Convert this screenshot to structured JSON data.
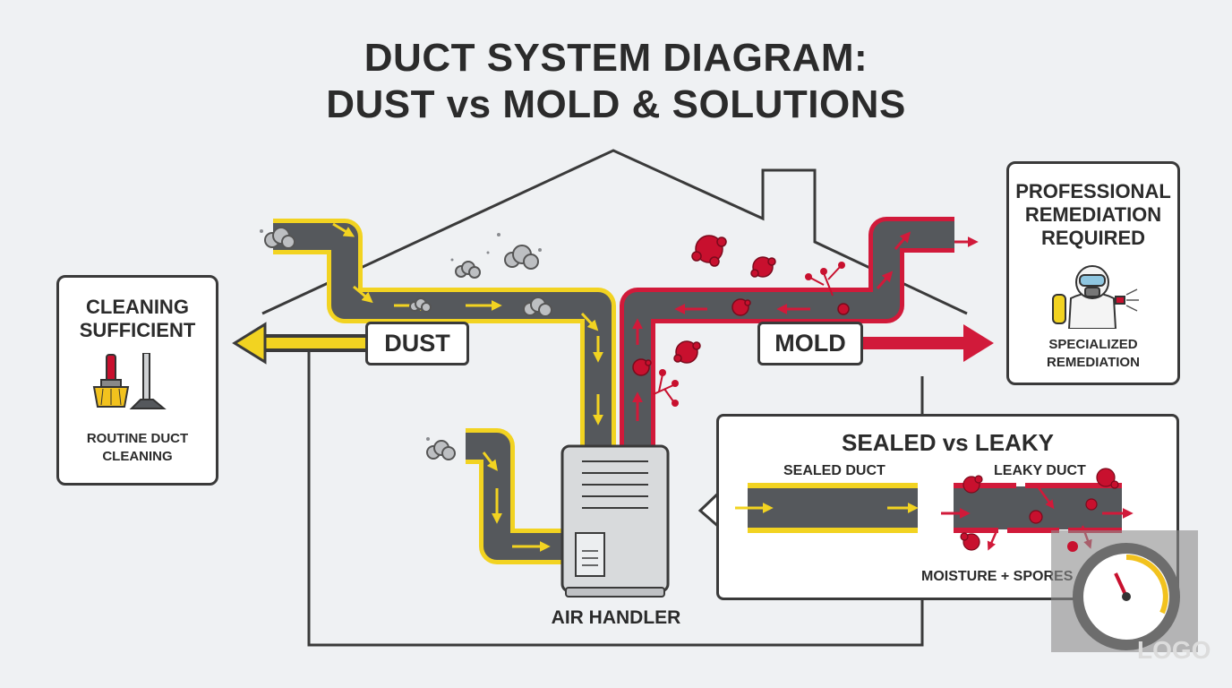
{
  "title_line1": "DUCT SYSTEM DIAGRAM:",
  "title_line2": "DUST vs MOLD & SOLUTIONS",
  "left_card": {
    "title_line1": "CLEANING",
    "title_line2": "SUFFICIENT",
    "sub_line1": "ROUTINE DUCT",
    "sub_line2": "CLEANING"
  },
  "right_card": {
    "title_line1": "PROFESSIONAL",
    "title_line2": "REMEDIATION",
    "title_line3": "REQUIRED",
    "sub_line1": "SPECIALIZED",
    "sub_line2": "REMEDIATION"
  },
  "dust_tag": "DUST",
  "mold_tag": "MOLD",
  "air_handler_label": "AIR HANDLER",
  "inset": {
    "title": "SEALED vs LEAKY",
    "sealed_label": "SEALED DUCT",
    "leaky_label": "LEAKY DUCT",
    "caption": "MOISTURE + SPORES"
  },
  "watermark": "LOGO",
  "colors": {
    "dust": "#f2d321",
    "mold": "#d11a3a",
    "duct": "#55585c",
    "outline": "#3a3a3a",
    "background": "#eff1f3"
  },
  "icons": [
    "broom-icon",
    "vacuum-icon",
    "hazmat-worker-icon",
    "spray-icon",
    "gauge-icon",
    "dust-cloud-icon",
    "mold-spore-icon"
  ]
}
